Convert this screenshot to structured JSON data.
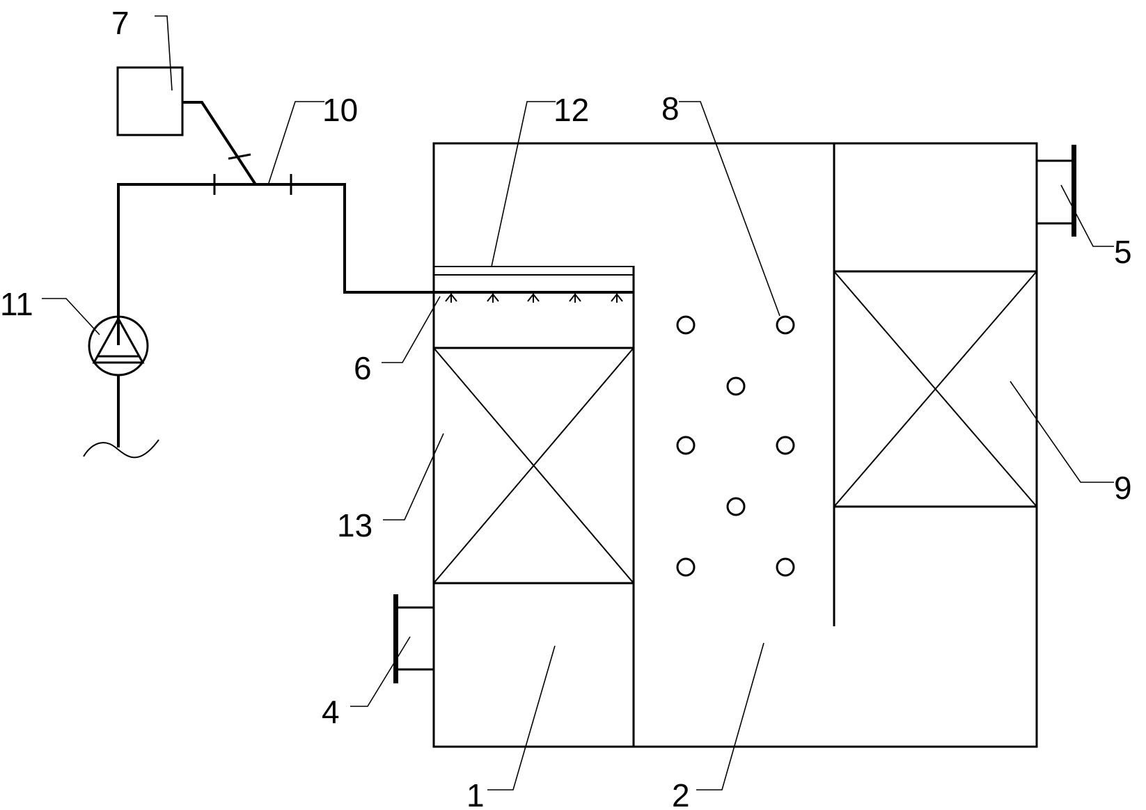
{
  "labels": {
    "n1": "1",
    "n2": "2",
    "n4": "4",
    "n5": "5",
    "n6": "6",
    "n7": "7",
    "n8": "8",
    "n9": "9",
    "n10": "10",
    "n11": "11",
    "n12": "12",
    "n13": "13"
  }
}
